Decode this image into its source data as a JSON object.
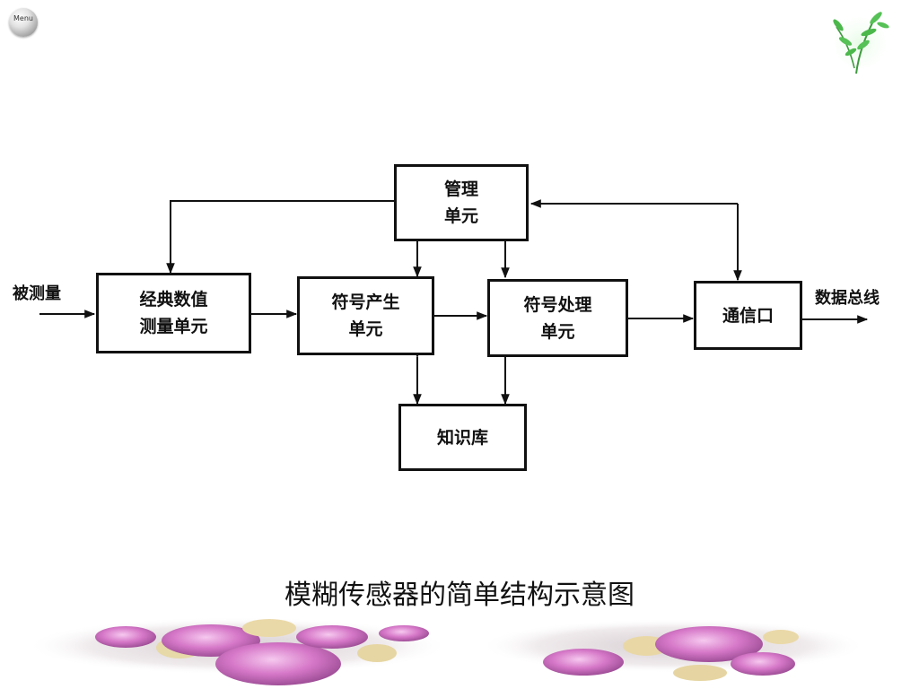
{
  "menu": {
    "label": "Menu"
  },
  "diagram": {
    "boxes": {
      "management": "管理\n单元",
      "classic": "经典数值\n测量单元",
      "symbol_gen": "符号产生\n单元",
      "symbol_proc": "符号处理\n单元",
      "comm": "通信口",
      "knowledge": "知识库"
    },
    "input_label": "被测量",
    "output_label": "数据总线"
  },
  "caption": "模糊传感器的简单结构示意图"
}
